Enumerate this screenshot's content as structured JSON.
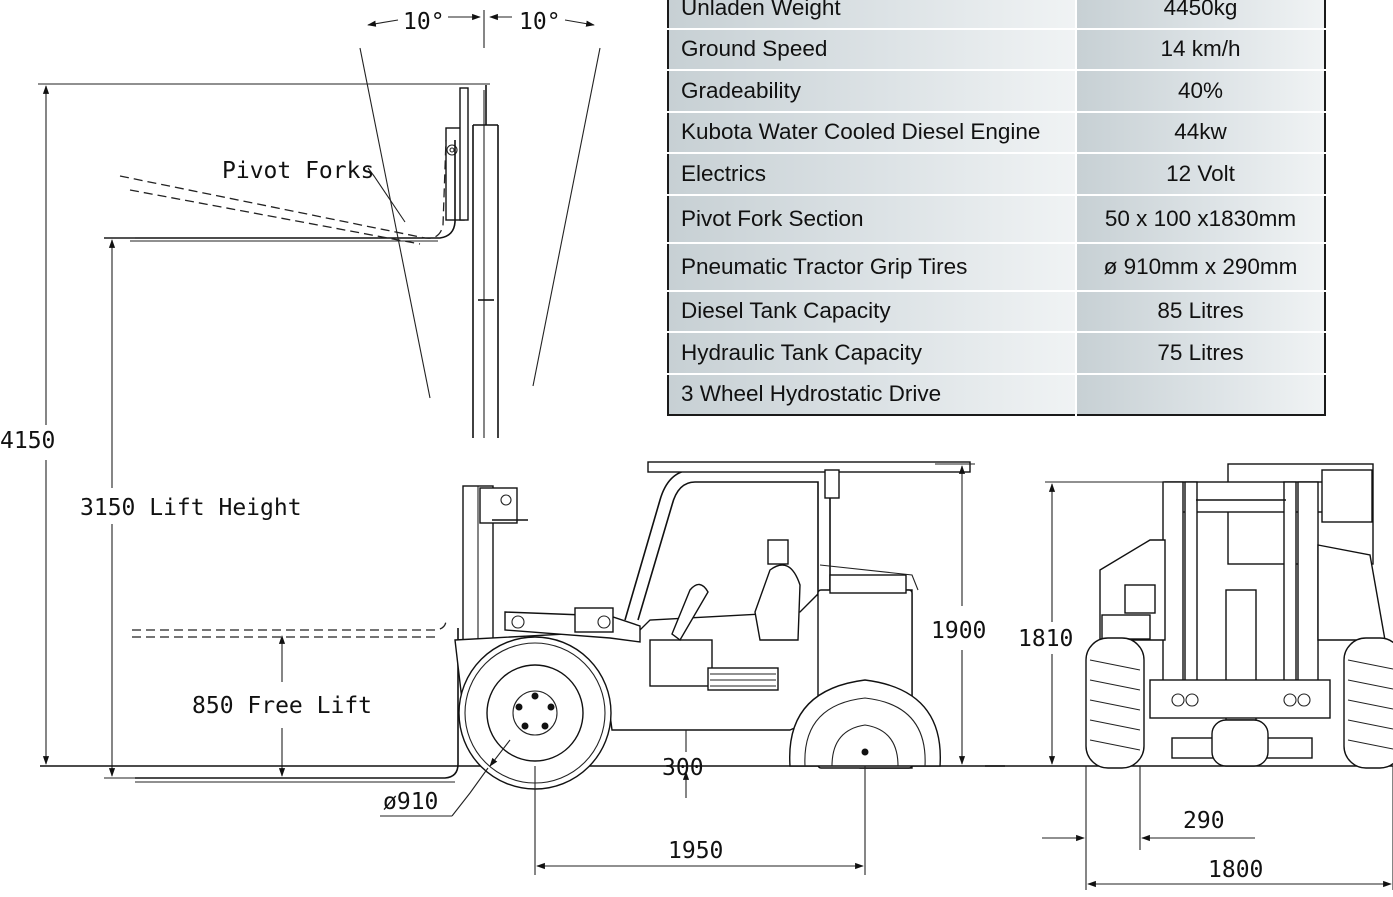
{
  "specifications": [
    {
      "label": "Unladen Weight",
      "value": "4450kg"
    },
    {
      "label": "Ground Speed",
      "value": "14 km/h"
    },
    {
      "label": "Gradeability",
      "value": "40%"
    },
    {
      "label": "Kubota Water Cooled Diesel Engine",
      "value": "44kw"
    },
    {
      "label": "Electrics",
      "value": "12 Volt"
    },
    {
      "label": "Pivot Fork Section",
      "value": "50 x 100 x1830mm"
    },
    {
      "label": "Pneumatic Tractor Grip Tires",
      "value": "ø 910mm x 290mm"
    },
    {
      "label": "Diesel Tank Capacity",
      "value": "85 Litres"
    },
    {
      "label": "Hydraulic Tank Capacity",
      "value": "75 Litres"
    },
    {
      "label": "3 Wheel Hydrostatic Drive",
      "value": ""
    }
  ],
  "dimensions": {
    "tilt_left": "10°",
    "tilt_right": "10°",
    "pivot_forks": "Pivot Forks",
    "overall_height": "4150",
    "lift_height": "3150 Lift Height",
    "free_lift": "850 Free Lift",
    "tire_diameter": "ø910",
    "ground_clearance": "300",
    "wheelbase": "1950",
    "canopy_height": "1900",
    "front_height": "1810",
    "tire_width": "290",
    "overall_width": "1800"
  },
  "colors": {
    "line": "#111111",
    "table_cell_start": "#c7d0d4",
    "table_cell_end": "#f0f3f4"
  }
}
